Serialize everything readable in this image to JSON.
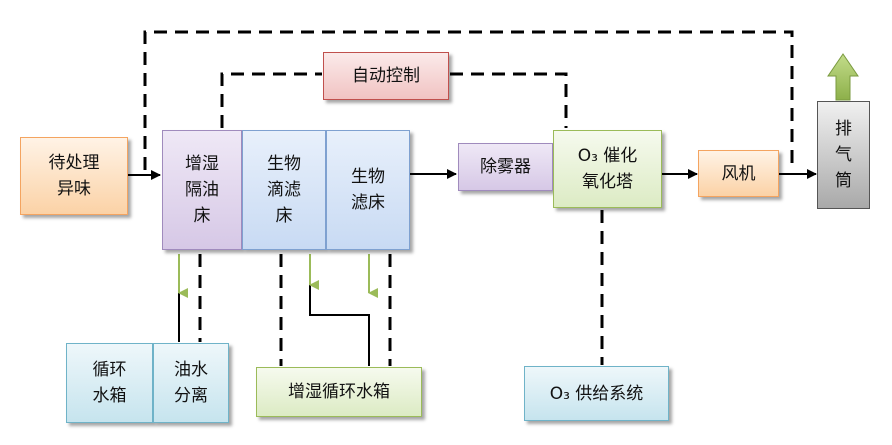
{
  "nodes": {
    "raw_odor": "待处理\n异味",
    "humid_oil_bed": "增湿\n隔油\n床",
    "bio_drip_filter": "生物\n滴滤\n床",
    "bio_filter_bed": "生物\n滤床",
    "mist_eliminator": "除雾器",
    "o3_tower": "O₃ 催化\n氧化塔",
    "fan": "风机",
    "stack": "排\n气\n筒",
    "auto_control": "自动控制",
    "circ_tank": "循环\n水箱",
    "oil_water_sep": "油水\n分离",
    "humid_circ_tank": "增湿循环水箱",
    "o3_supply": "O₃ 供给系统"
  },
  "colors": {
    "orange": "#f4a460",
    "purple": "#a08bbd",
    "blue": "#7fa1d0",
    "green": "#9bbb59",
    "red": "#c0504d",
    "line": "#000000"
  }
}
